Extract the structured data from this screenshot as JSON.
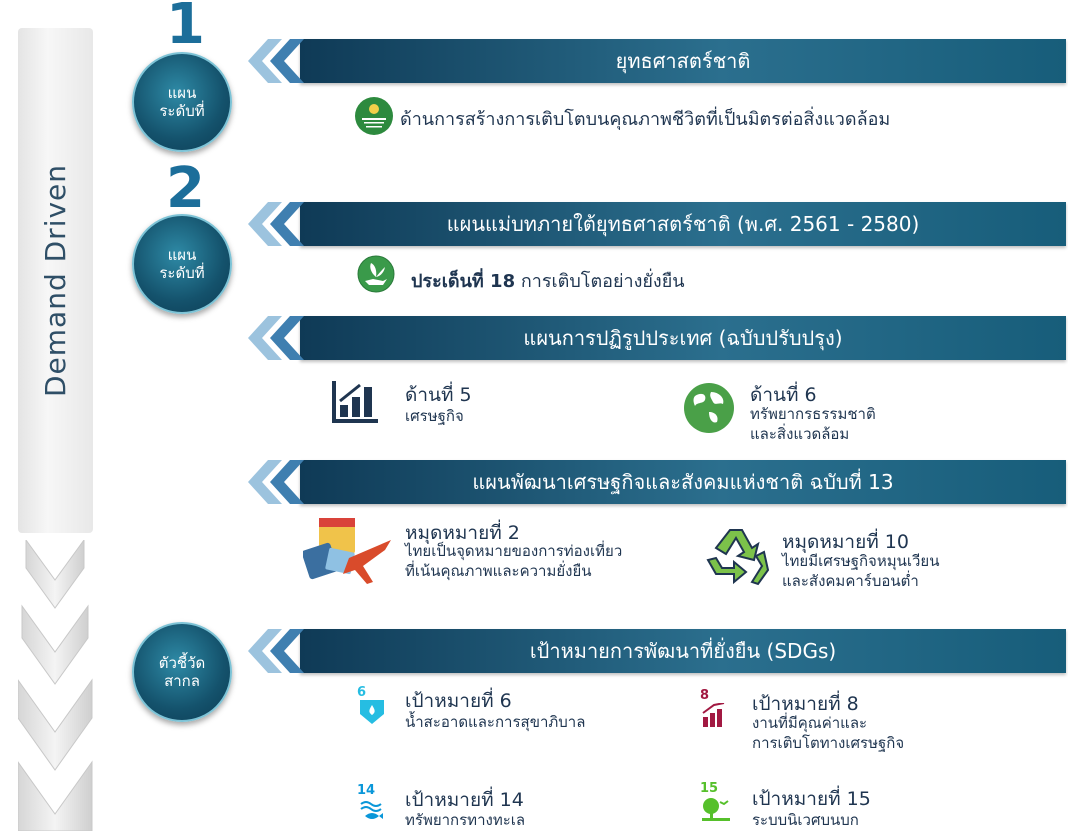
{
  "side": {
    "label": "Demand Driven"
  },
  "level1": {
    "number": "1",
    "circle_label": "แผน\nระดับที่",
    "title": "ยุทธศาสตร์ชาติ",
    "item": "ด้านการสร้างการเติบโตบนคุณภาพชีวิตที่เป็นมิตรต่อสิ่งแวดล้อม"
  },
  "level2": {
    "number": "2",
    "circle_label": "แผน\nระดับที่",
    "title": "แผนแม่บทภายใต้ยุทธศาสตร์ชาติ (พ.ศ. 2561 - 2580)",
    "item_bold": "ประเด็นที่ 18",
    "item": "การเติบโตอย่างยั่งยืน"
  },
  "reform": {
    "title": "แผนการปฏิรูปประเทศ (ฉบับปรับปรุง)",
    "items": [
      {
        "head": "ด้านที่ 5",
        "desc": "เศรษฐกิจ",
        "icon": "bar-chart-icon"
      },
      {
        "head": "ด้านที่ 6",
        "desc": "ทรัพยากรธรรมชาติ\nและสิ่งแวดล้อม",
        "icon": "globe-icon"
      }
    ]
  },
  "nesdp": {
    "title": "แผนพัฒนาเศรษฐกิจและสังคมแห่งชาติ ฉบับที่ 13",
    "items": [
      {
        "head": "หมุดหมายที่ 2",
        "desc": "ไทยเป็นจุดหมายของการท่องเที่ยว\nที่เน้นคุณภาพและความยั่งยืน",
        "icon": "travel-icon"
      },
      {
        "head": "หมุดหมายที่ 10",
        "desc": "ไทยมีเศรษฐกิจหมุนเวียน\nและสังคมคาร์บอนต่ำ",
        "icon": "recycle-icon"
      }
    ]
  },
  "sdgs": {
    "circle_label": "ตัวชี้วัด\nสากล",
    "title": "เป้าหมายการพัฒนาที่ยั่งยืน (SDGs)",
    "items": [
      {
        "num": "6",
        "head": "เป้าหมายที่ 6",
        "desc": "น้ำสะอาดและการสุขาภิบาล",
        "color": "#26bde2"
      },
      {
        "num": "8",
        "head": "เป้าหมายที่ 8",
        "desc": "งานที่มีคุณค่าและ\nการเติบโตทางเศรษฐกิจ",
        "color": "#a21942"
      },
      {
        "num": "14",
        "head": "เป้าหมายที่ 14",
        "desc": "ทรัพยากรทางทะเล",
        "color": "#0a97d9"
      },
      {
        "num": "15",
        "head": "เป้าหมายที่ 15",
        "desc": "ระบบนิเวศบนบก",
        "color": "#56c02b"
      }
    ]
  },
  "colors": {
    "banner_dark": "#0f3a56",
    "banner_mid": "#2b6f8e",
    "chevron": "#6fa8cf",
    "circle": "#14526c"
  }
}
